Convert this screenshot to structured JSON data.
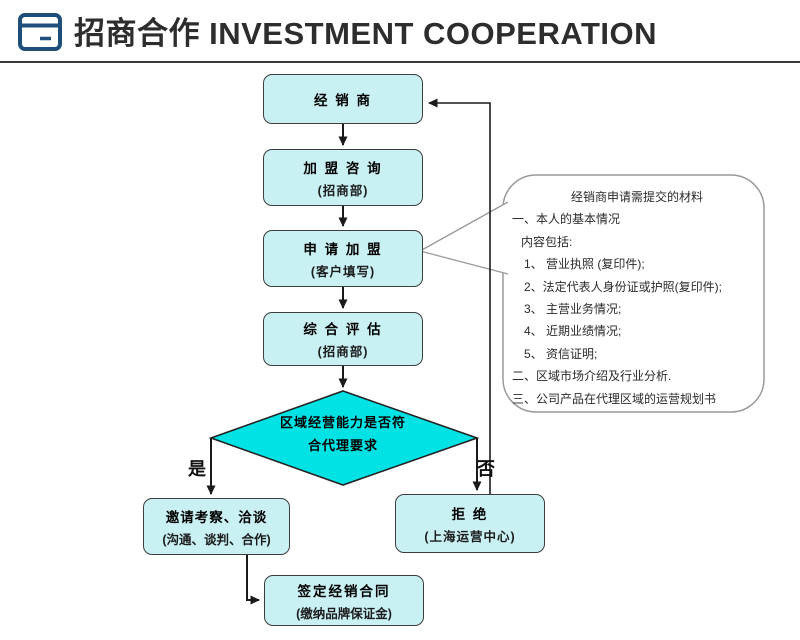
{
  "header": {
    "title": "招商合作 INVESTMENT COOPERATION",
    "icon": "card-icon"
  },
  "flowchart": {
    "nodes": [
      {
        "id": "distributor",
        "label": "经 销 商",
        "sub": ""
      },
      {
        "id": "consult",
        "label": "加 盟 咨 询",
        "sub": "(招商部)"
      },
      {
        "id": "apply",
        "label": "申 请 加 盟",
        "sub": "(客户填写)"
      },
      {
        "id": "evaluate",
        "label": "综 合 评 估",
        "sub": "(招商部)"
      },
      {
        "id": "decision",
        "label": "区域经营能力是否符",
        "label2": "合代理要求"
      },
      {
        "id": "invite",
        "label": "邀请考察、洽谈",
        "sub": "(沟通、谈判、合作)"
      },
      {
        "id": "reject",
        "label": "拒  绝",
        "sub": "(上海运营中心)"
      },
      {
        "id": "contract",
        "label": "签定经销合同",
        "sub": "(缴纳品牌保证金)"
      }
    ],
    "branch_yes": "是",
    "branch_no": "否"
  },
  "callout": {
    "title": "经销商申请需提交的材料",
    "lines": [
      "一、本人的基本情况",
      "内容包括:",
      "1、 营业执照 (复印件);",
      "2、法定代表人身份证或护照(复印件);",
      "3、 主营业务情况;",
      "4、 近期业绩情况;",
      "5、 资信证明;",
      "二、区域市场介绍及行业分析.",
      "三、公司产品在代理区域的运营规划书"
    ]
  },
  "colors": {
    "box_fill": "#c9f1f4",
    "box_border": "#3d3d3d",
    "diamond_fill": "#00e2e4",
    "connector": "#1a1a1a",
    "callout_border": "#9a9a9a",
    "icon_blue": "#1f4e7a",
    "title_text": "#2d2d2d"
  }
}
